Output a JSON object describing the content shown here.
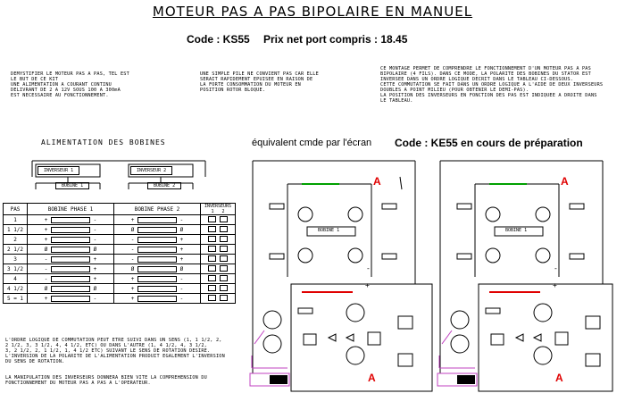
{
  "header": {
    "title": "MOTEUR PAS A PAS BIPOLAIRE EN MANUEL",
    "code": "Code : KS55",
    "price": "Prix net  port compris : 18.45"
  },
  "intro": {
    "col1": "DEMYSTIFIER LE MOTEUR PAS A PAS, TEL EST\nLE BUT DE CE KIT\nUNE ALIMENTATION A COURANT CONTINU\nDELIVRANT DE 2 A 12V SOUS 100 A 300mA\nEST NECESSAIRE AU FONCTIONNEMENT.",
    "col2": "UNE SIMPLE PILE NE CONVIENT PAS CAR ELLE\nSERAIT RAPIDEMENT EPUISEE EN RAISON DE\nLA FORTE CONSOMMATION DU MOTEUR EN\nPOSITION ROTOR BLOQUE.",
    "col3": "CE MONTAGE PERMET DE COMPRENDRE LE FONCTIONNEMENT D'UN MOTEUR PAS A PAS\nBIPOLAIRE (4 FILS). DANS CE MODE, LA POLARITE DES BOBINES DU STATOR EST\nINVERSEE DANS UN ORDRE LOGIQUE DECRIT DANS LE TABLEAU CI-DESSOUS.\nCETTE COMMUTATION SE FAIT DANS UN ORDRE LOGIQUE A L'AIDE DE DEUX INVERSEURS\nDOUBLES A POINT MILIEU (POUR OBTENIR LE DEMI-PAS).\nLA POSITION DES INVERSEURS EN FONCTION DES PAS EST INDIQUEE A DROITE DANS\nLE TABLEAU."
  },
  "alim": {
    "title": "ALIMENTATION DES BOBINES",
    "inv1": "INVERSEUR 1",
    "inv2": "INVERSEUR 2",
    "bob1": "BOBINE 1",
    "bob2": "BOBINE 2"
  },
  "equiv": "équivalent cmde par l'écran",
  "ke55": "Code : KE55  en  cours de préparation",
  "table": {
    "headers": [
      "PAS",
      "BOBINE PHASE 1",
      "BOBINE PHASE 2",
      "INVERSEURS"
    ],
    "sub": [
      "1",
      "2"
    ],
    "rows": [
      [
        "1",
        "+",
        "-",
        "+",
        "-"
      ],
      [
        "1 1/2",
        "+",
        "-",
        "Ø",
        "Ø"
      ],
      [
        "2",
        "+",
        "-",
        "-",
        "+"
      ],
      [
        "2 1/2",
        "Ø",
        "Ø",
        "-",
        "+"
      ],
      [
        "3",
        "-",
        "+",
        "-",
        "+"
      ],
      [
        "3 1/2",
        "-",
        "+",
        "Ø",
        "Ø"
      ],
      [
        "4",
        "-",
        "+",
        "+",
        "-"
      ],
      [
        "4 1/2",
        "Ø",
        "Ø",
        "+",
        "-"
      ],
      [
        "5 = 1",
        "+",
        "-",
        "+",
        "-"
      ]
    ]
  },
  "bottom": {
    "p1": "L'ORDRE LOGIQUE DE COMMUTATION PEUT ETRE SUIVI DANS UN SENS (1, 1 1/2, 2,\n2 1/2, 3, 3 1/2, 4, 4 1/2, ETC) OU DANS L'AUTRE (1, 4 1/2, 4, 3 1/2,\n3, 2 1/2, 2, 1 1/2, 1, 4 1/2 ETC) SUIVANT LE SENS DE ROTATION DESIRE.\nL'INVERSION DE LA POLARITE DE L'ALIMENTATION PRODUIT EGALEMENT L'INVERSION\nDU SENS DE ROTATION.",
    "p2": "LA MANIPULATION DES INVERSEURS DONNERA BIEN VITE LA COMPREHENSION DU\nFONCTIONNEMENT DU MOTEUR PAS A PAS A L'OPERATEUR."
  },
  "schema": {
    "bobine": "BOBINE 1",
    "a": "A",
    "plus": "+",
    "minus": "-"
  },
  "colors": {
    "red": "#e00000",
    "green": "#00a000",
    "magenta": "#c040c0"
  }
}
